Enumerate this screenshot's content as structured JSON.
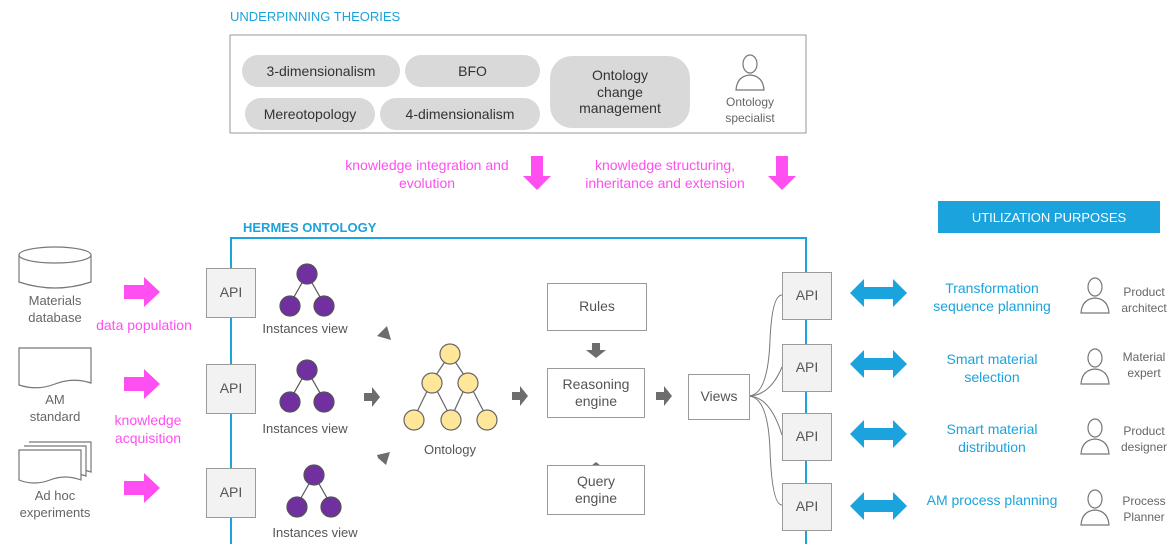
{
  "theories": {
    "header": "UNDERPINNING THEORIES",
    "pills": [
      "3-dimensionalism",
      "BFO",
      "Mereotopology",
      "4-dimensionalism"
    ],
    "change_mgmt": "Ontology change management",
    "specialist": "Ontology specialist"
  },
  "flows": {
    "left": "knowledge integration and evolution",
    "right": "knowledge structuring, inheritance and extension"
  },
  "ontology_box": {
    "header": "HERMES ONTOLOGY",
    "api": "API",
    "instances_view": "Instances view",
    "ontology": "Ontology",
    "rules": "Rules",
    "reasoning_engine": "Reasoning engine",
    "query_engine": "Query engine",
    "views": "Views"
  },
  "sources": [
    {
      "label": "Materials database"
    },
    {
      "label": "AM standard"
    },
    {
      "label": "Ad hoc experiments"
    }
  ],
  "source_actions": {
    "data_population": "data population",
    "knowledge_acquisition": "knowledge acquisition"
  },
  "utilization": {
    "header": "UTILIZATION PURPOSES",
    "items": [
      {
        "purpose": "Transformation sequence planning",
        "role": "Product architect"
      },
      {
        "purpose": "Smart material selection",
        "role": "Material expert"
      },
      {
        "purpose": "Smart material distribution",
        "role": "Product designer"
      },
      {
        "purpose": "AM process planning",
        "role": "Process Planner"
      }
    ]
  },
  "colors": {
    "accent_blue": "#1aa3dc",
    "pink": "#ff4ff0",
    "purple_node": "#7030a0",
    "yellow_node": "#ffe699"
  }
}
